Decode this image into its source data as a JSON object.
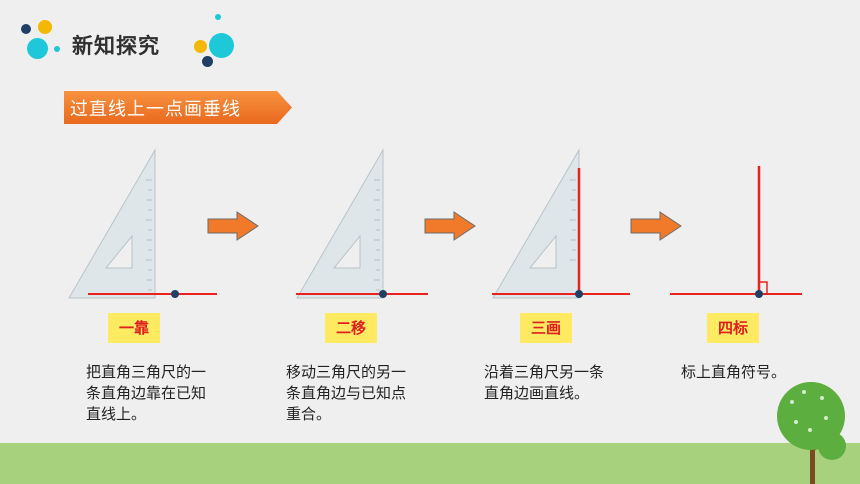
{
  "header": {
    "title": "新知探究"
  },
  "banner": {
    "text": "过直线上一点画垂线"
  },
  "colors": {
    "accent_orange": "#f07a2a",
    "line_red": "#e8231f",
    "label_yellow": "#ffea62",
    "point_blue": "#1f3f66",
    "ground_green": "#a8d17e",
    "tree_green": "#5cae3e"
  },
  "steps": [
    {
      "label": "一靠",
      "desc": [
        "把直角三角尺的一",
        "条直角边靠在已知",
        "直线上。"
      ]
    },
    {
      "label": "二移",
      "desc": [
        "移动三角尺的另一",
        "条直角边与已知点",
        "重合。"
      ]
    },
    {
      "label": "三画",
      "desc": [
        "沿着三角尺另一条",
        "直角边画直线。"
      ]
    },
    {
      "label": "四标",
      "desc": [
        "标上直角符号。"
      ]
    }
  ]
}
